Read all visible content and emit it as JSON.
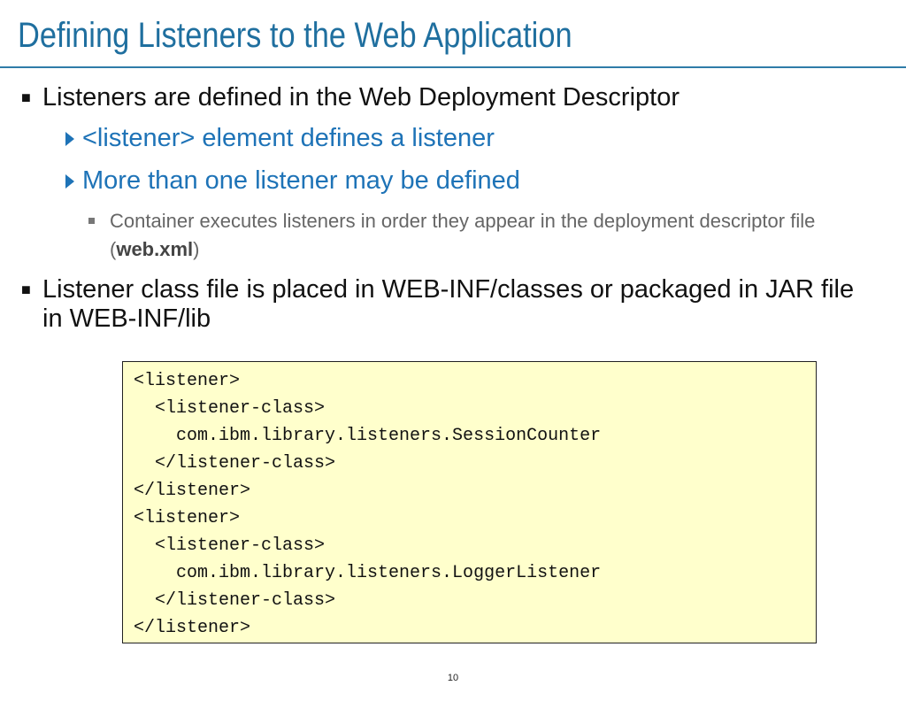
{
  "title": "Defining Listeners to the Web Application",
  "bullets": {
    "b1": "Listeners are defined in the Web Deployment Descriptor",
    "b1_sub1": "<listener> element defines a listener",
    "b1_sub2": "More than one listener may be defined",
    "b1_sub2_sub1_before": "Container executes listeners in order they appear in the deployment descriptor file (",
    "b1_sub2_sub1_bold": "web.xml",
    "b1_sub2_sub1_after": ")",
    "b2": "Listener class file is placed in WEB-INF/classes or packaged in JAR file in WEB-INF/lib"
  },
  "code_lines": [
    "<listener>",
    "  <listener-class>",
    "    com.ibm.library.listeners.SessionCounter",
    "  </listener-class>",
    "</listener>",
    "<listener>",
    "  <listener-class>",
    "    com.ibm.library.listeners.LoggerListener",
    "  </listener-class>",
    "</listener>"
  ],
  "page_number": "10",
  "colors": {
    "title": "#1f6f9f",
    "sub_bullet": "#1e73b7",
    "code_background": "#ffffcc"
  }
}
